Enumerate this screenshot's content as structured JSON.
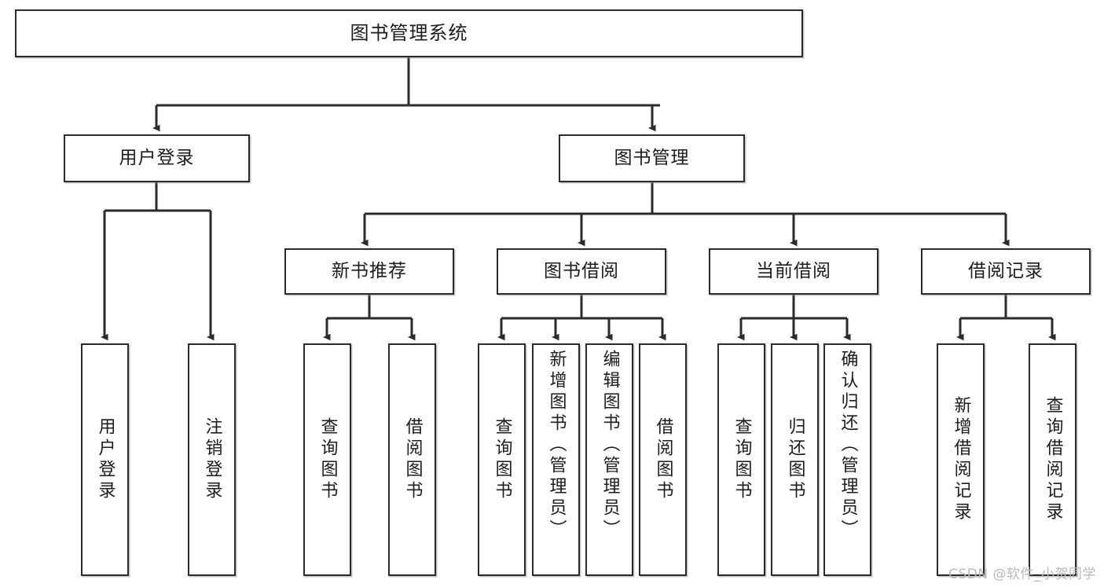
{
  "diagram": {
    "title": "图书管理系统",
    "type": "tree-hierarchy-chart",
    "watermark": "CSDN @软件_小贺同学",
    "colors": {
      "border": "#2b2b2b",
      "fill": "#ffffff",
      "text": "#1c1c1c",
      "watermark": "#b9b9b9"
    },
    "root": {
      "label": "图书管理系统"
    },
    "level2": [
      {
        "label": "用户登录"
      },
      {
        "label": "图书管理"
      }
    ],
    "level3": [
      {
        "label": "新书推荐"
      },
      {
        "label": "图书借阅"
      },
      {
        "label": "当前借阅"
      },
      {
        "label": "借阅记录"
      }
    ],
    "leaves": {
      "user_login": [
        {
          "label": "用户登录"
        },
        {
          "label": "注销登录"
        }
      ],
      "new_book_recommend": [
        {
          "label": "查询图书"
        },
        {
          "label": "借阅图书"
        }
      ],
      "book_borrow": [
        {
          "label": "查询图书"
        },
        {
          "label": "新增图书（管理员）"
        },
        {
          "label": "编辑图书（管理员）"
        },
        {
          "label": "借阅图书"
        }
      ],
      "current_borrow": [
        {
          "label": "查询图书"
        },
        {
          "label": "归还图书"
        },
        {
          "label": "确认归还（管理员）"
        }
      ],
      "borrow_records": [
        {
          "label": "新增借阅记录"
        },
        {
          "label": "查询借阅记录"
        }
      ]
    }
  }
}
